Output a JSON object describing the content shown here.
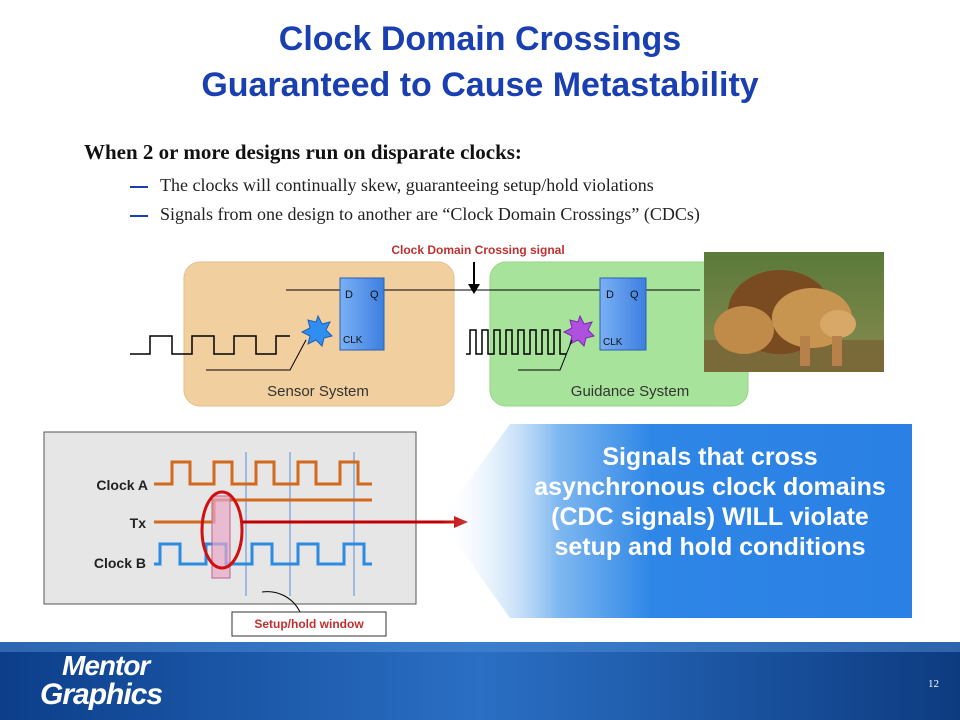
{
  "title": {
    "line1": "Clock Domain Crossings",
    "line2": "Guaranteed to Cause Metastability"
  },
  "bullets": {
    "main": "When 2 or more designs run on disparate clocks:",
    "sub": [
      "The clocks will continually skew, guaranteeing setup/hold violations",
      "Signals from one design to another are “Clock Domain Crossings” (CDCs)"
    ]
  },
  "diagram": {
    "cdc_signal_label": "Clock Domain Crossing signal",
    "flop_d": "D",
    "flop_q": "Q",
    "flop_clk": "CLK",
    "sensor_label": "Sensor System",
    "guidance_label": "Guidance System"
  },
  "timing": {
    "clock_a": "Clock A",
    "tx": "Tx",
    "clock_b": "Clock B",
    "setup_hold": "Setup/hold window"
  },
  "callout": "Signals that cross asynchronous clock domains (CDC signals) WILL violate setup and hold conditions",
  "footer": {
    "logo_line1": "Mentor",
    "logo_line2": "Graphics",
    "page_number": "12"
  },
  "colors": {
    "title": "#1a3fb0",
    "sensor_box": "#f2cf9e",
    "guidance_box": "#a7e39b",
    "clock_a": "#d2691e",
    "clock_b": "#2b8be0",
    "callout": "#2e86e6",
    "arrow": "#c00000"
  }
}
